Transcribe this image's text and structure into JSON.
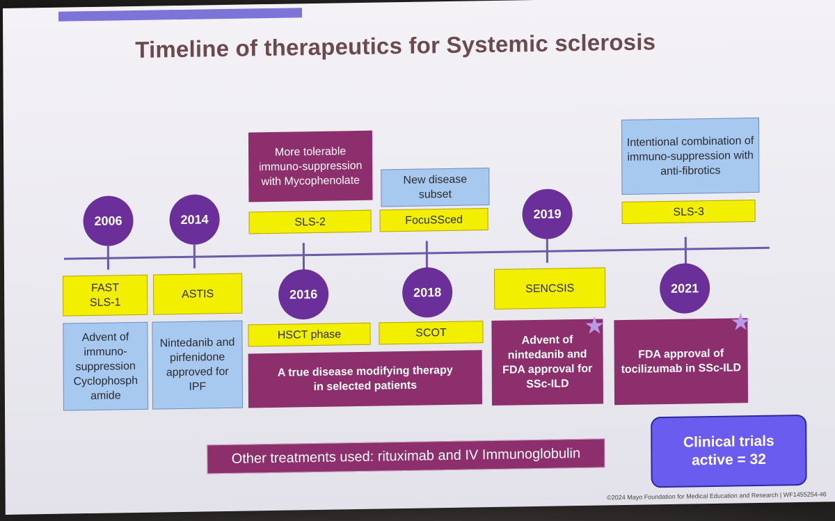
{
  "slide": {
    "title": "Timeline of therapeutics for Systemic sclerosis",
    "footer": "©2024 Mayo Foundation for Medical Education and Research | WF1455254-46",
    "other_treatments": "Other treatments used: rituximab and IV Immunoglobulin",
    "clinical_trials_line1": "Clinical trials",
    "clinical_trials_line2": "active = 32"
  },
  "timeline": {
    "above": [
      {
        "year": "2006"
      },
      {
        "year": "2014"
      },
      {
        "trial": "SLS-2",
        "note": "More tolerable immuno-suppression with Mycophenolate"
      },
      {
        "trial": "FocuSSced",
        "note": "New disease subset"
      },
      {
        "year": "2019"
      },
      {
        "trial": "SLS-3",
        "note": "Intentional combination of immuno-suppression with anti-fibrotics"
      }
    ],
    "below": [
      {
        "trial_line1": "FAST",
        "trial_line2": "SLS-1",
        "note": "Advent of immuno-suppression Cyclophosph amide"
      },
      {
        "trial": "ASTIS",
        "note": "Nintedanib and pirfenidone approved for IPF"
      },
      {
        "year": "2016",
        "trial": "HSCT phase"
      },
      {
        "year": "2018",
        "trial": "SCOT"
      },
      {
        "trial": "SENCSIS",
        "note": "Advent of nintedanib and FDA approval for SSc-ILD"
      },
      {
        "year": "2021",
        "note": "FDA approval of tocilizumab in SSc-ILD"
      }
    ],
    "shared_note": "A true disease modifying therapy in selected patients"
  },
  "colors": {
    "circle": "#6b2f9a",
    "yellow": "#f2f000",
    "blue": "#a8c9ef",
    "magenta": "#8c2f6c",
    "axis": "#6a5aa8",
    "trials_box": "#6b5cf0"
  },
  "icons": {
    "star": "star-icon"
  }
}
